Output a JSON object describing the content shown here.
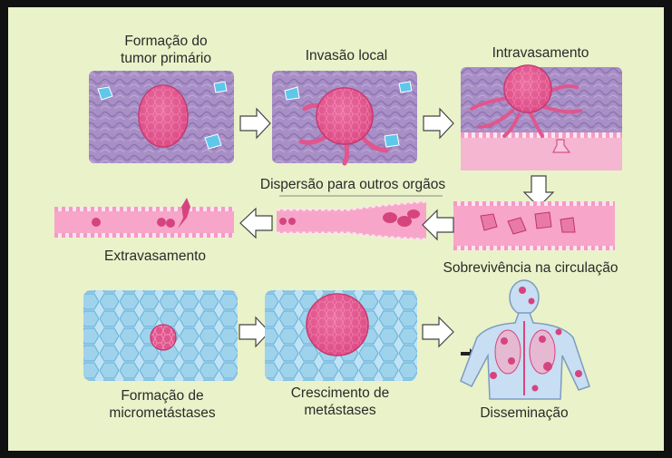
{
  "colors": {
    "frame": "#111111",
    "background": "#eaf2c9",
    "tissue_purple": "#a88fc6",
    "tumor_pink": "#e0568d",
    "vessel_pink": "#f07cb3",
    "cell_blue": "#9fd3ec",
    "arrow_fill": "#ffffff"
  },
  "diagram": {
    "labels": {
      "primary_tumor": "Formação do\ntumor primário",
      "local_invasion": "Invasão local",
      "intravasation": "Intravasamento",
      "dispersion": "Dispersão para outros orgãos",
      "extravasation": "Extravasamento",
      "circulation_survival": "Sobrevivência na circulação",
      "micrometastases": "Formação de\nmicrometástases",
      "metastases_growth": "Crescimento de\nmetástases",
      "dissemination": "Disseminação"
    },
    "icons": [
      "right-arrow-icon",
      "left-arrow-icon",
      "down-arrow-icon",
      "human-body-icon"
    ]
  }
}
